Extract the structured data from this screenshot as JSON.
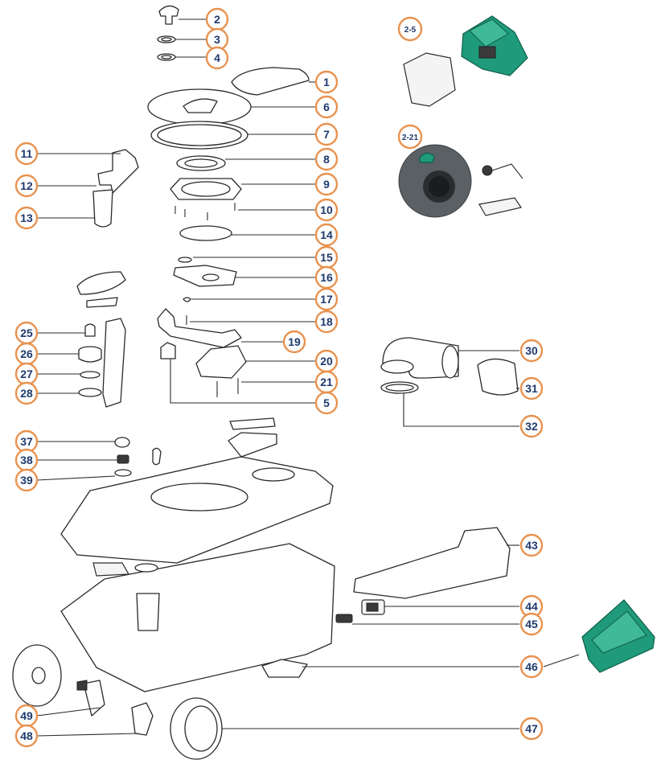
{
  "callouts": [
    {
      "id": "c2",
      "label": "2"
    },
    {
      "id": "c3",
      "label": "3"
    },
    {
      "id": "c4",
      "label": "4"
    },
    {
      "id": "c1",
      "label": "1"
    },
    {
      "id": "c6",
      "label": "6"
    },
    {
      "id": "c7",
      "label": "7"
    },
    {
      "id": "c8",
      "label": "8"
    },
    {
      "id": "c9",
      "label": "9"
    },
    {
      "id": "c10",
      "label": "10"
    },
    {
      "id": "c14",
      "label": "14"
    },
    {
      "id": "c15",
      "label": "15"
    },
    {
      "id": "c16",
      "label": "16"
    },
    {
      "id": "c17",
      "label": "17"
    },
    {
      "id": "c18",
      "label": "18"
    },
    {
      "id": "c19",
      "label": "19"
    },
    {
      "id": "c20",
      "label": "20"
    },
    {
      "id": "c21",
      "label": "21"
    },
    {
      "id": "c5",
      "label": "5"
    },
    {
      "id": "c11",
      "label": "11"
    },
    {
      "id": "c12",
      "label": "12"
    },
    {
      "id": "c13",
      "label": "13"
    },
    {
      "id": "c25",
      "label": "25"
    },
    {
      "id": "c26",
      "label": "26"
    },
    {
      "id": "c27",
      "label": "27"
    },
    {
      "id": "c28",
      "label": "28"
    },
    {
      "id": "c30",
      "label": "30"
    },
    {
      "id": "c31",
      "label": "31"
    },
    {
      "id": "c32",
      "label": "32"
    },
    {
      "id": "c37",
      "label": "37"
    },
    {
      "id": "c38",
      "label": "38"
    },
    {
      "id": "c39",
      "label": "39"
    },
    {
      "id": "c43",
      "label": "43"
    },
    {
      "id": "c44",
      "label": "44"
    },
    {
      "id": "c45",
      "label": "45"
    },
    {
      "id": "c46",
      "label": "46"
    },
    {
      "id": "c47",
      "label": "47"
    },
    {
      "id": "c49",
      "label": "49"
    },
    {
      "id": "c48",
      "label": "48"
    },
    {
      "id": "c2-5",
      "label": "2-5"
    },
    {
      "id": "c2-21",
      "label": "2-21"
    }
  ],
  "colors": {
    "callout_ring": "#e8924f",
    "callout_text": "#1f3a6e",
    "part_green": "#1f9a7a",
    "line": "#2b2b2b"
  }
}
